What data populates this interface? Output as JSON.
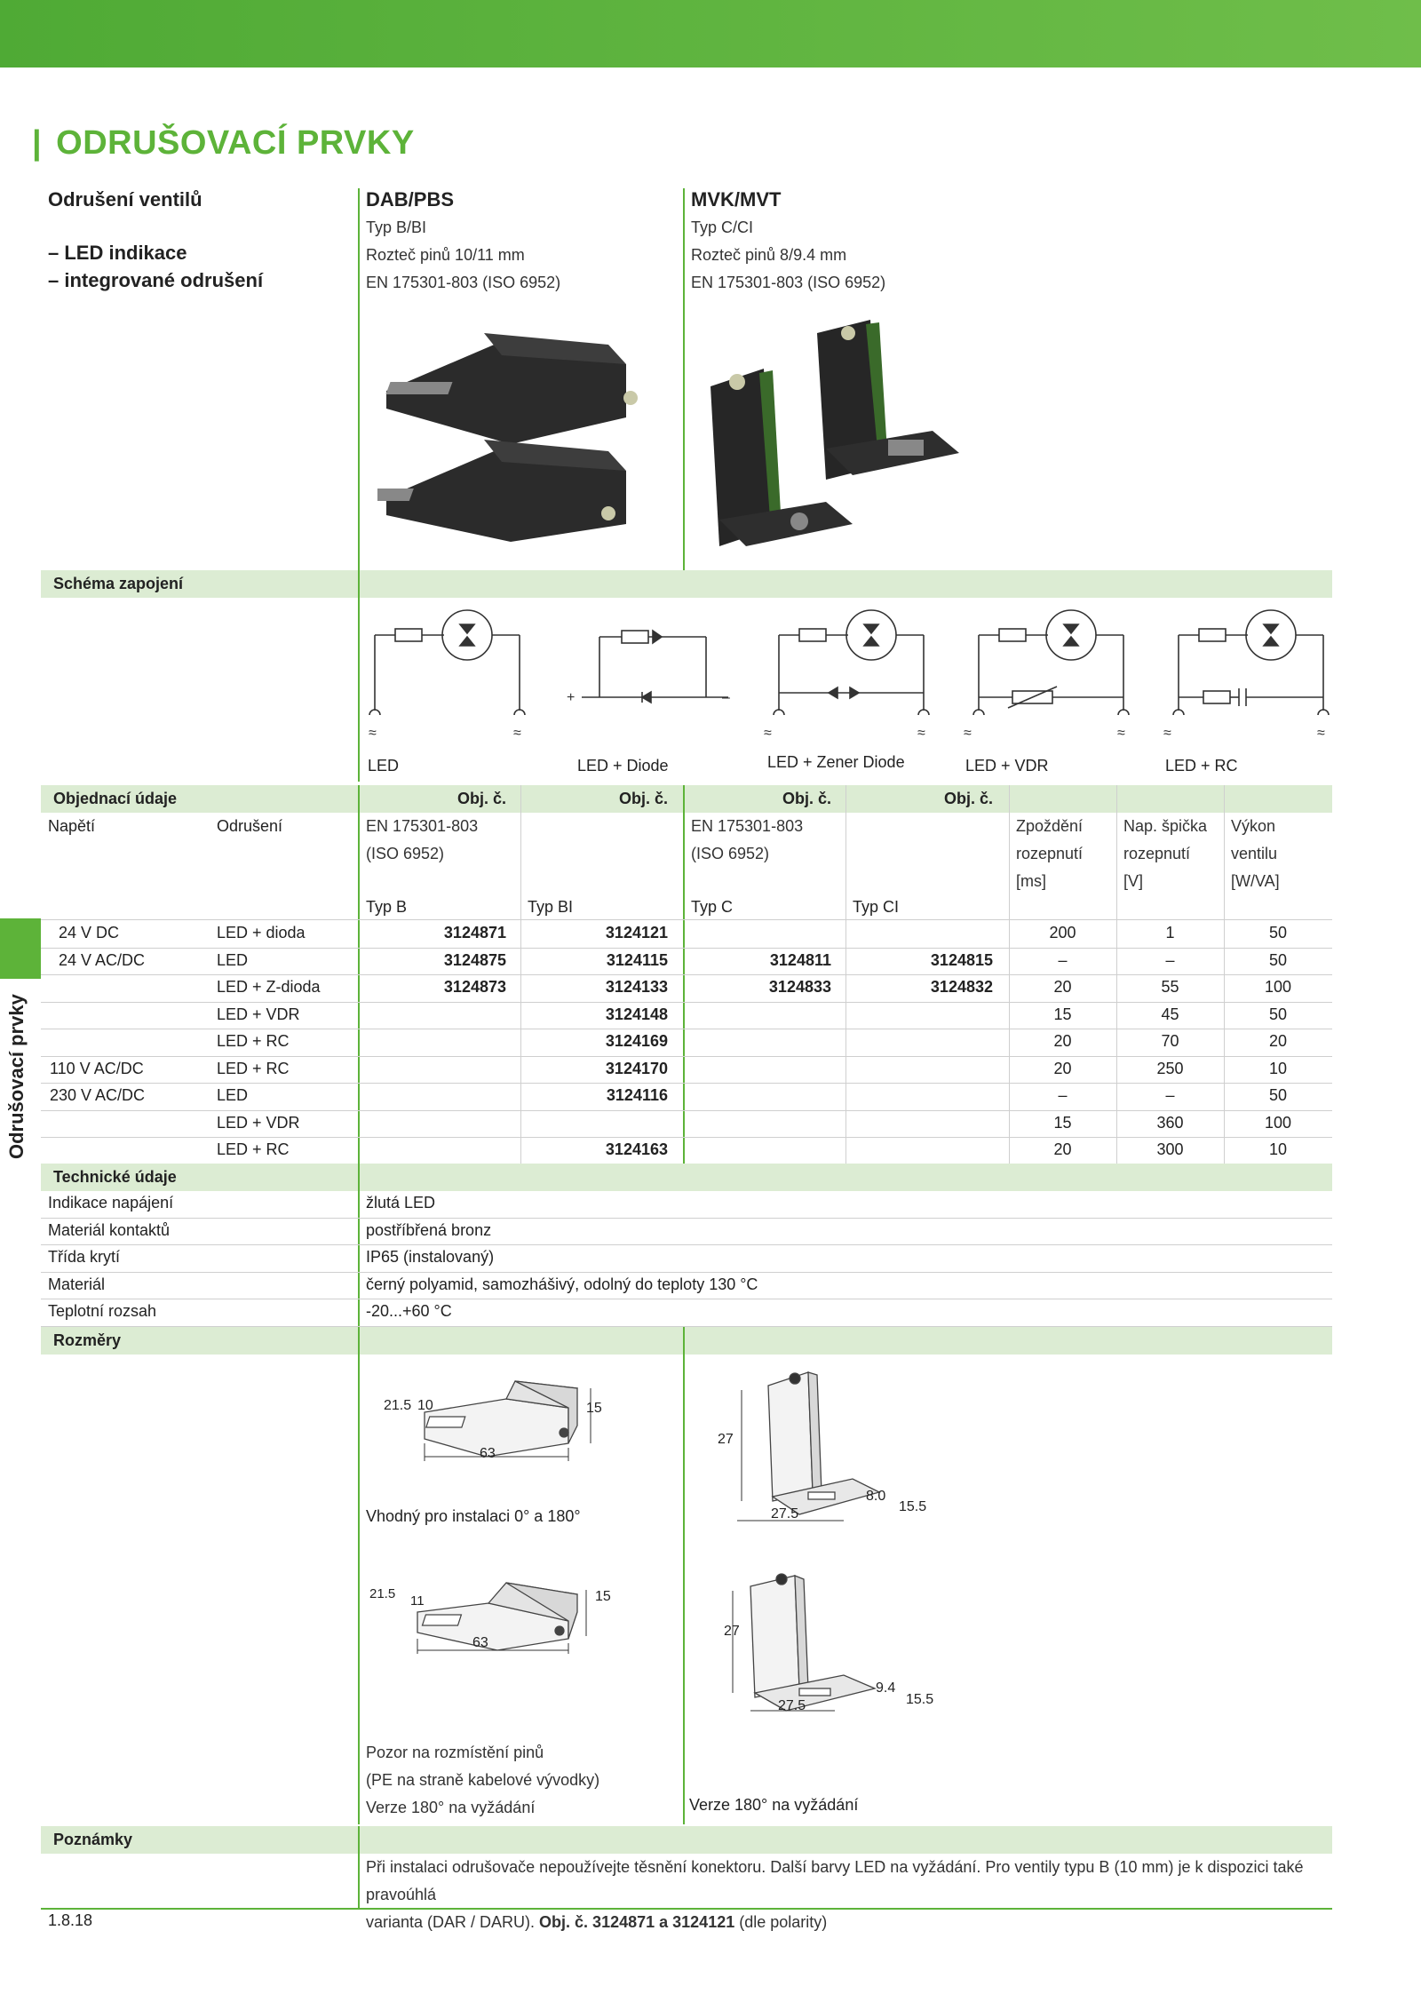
{
  "page": {
    "title": "ODRUŠOVACÍ PRVKY",
    "side_label": "Odrušovací prvky",
    "page_number": "1.8.18"
  },
  "intro": {
    "heading": "Odrušení ventilů",
    "bullets": [
      "–  LED indikace",
      "–  integrované odrušení"
    ]
  },
  "products": [
    {
      "name": "DAB/PBS",
      "lines": [
        "Typ B/BI",
        "Rozteč pinů 10/11 mm",
        "EN 175301-803 (ISO 6952)"
      ]
    },
    {
      "name": "MVK/MVT",
      "lines": [
        "Typ C/CI",
        "Rozteč pinů 8/9.4 mm",
        "EN 175301-803 (ISO 6952)"
      ]
    }
  ],
  "sections": {
    "wiring": "Schéma zapojení",
    "order": "Objednací údaje",
    "tech": "Technické údaje",
    "dims": "Rozměry",
    "notes": "Poznámky"
  },
  "wiring_labels": [
    "LED",
    "LED + Diode",
    "LED + Zener Diode",
    "LED + VDR",
    "LED + RC"
  ],
  "order": {
    "obj_header": "Obj. č.",
    "col_headers": {
      "voltage": "Napětí",
      "suppression": "Odrušení",
      "std1": [
        "EN 175301-803",
        "(ISO 6952)"
      ],
      "std2": [
        "EN 175301-803",
        "(ISO 6952)"
      ],
      "delay": [
        "Zpoždění",
        "rozepnutí",
        "[ms]"
      ],
      "peak": [
        "Nap. špička",
        "rozepnutí",
        "[V]"
      ],
      "power": [
        "Výkon",
        "ventilu",
        "[W/VA]"
      ],
      "types": [
        "Typ B",
        "Typ BI",
        "Typ C",
        "Typ CI"
      ]
    },
    "rows": [
      {
        "voltage": "24  V DC",
        "supp": "LED + dioda",
        "b": "3124871",
        "bi": "3124121",
        "c": "",
        "ci": "",
        "delay": "200",
        "peak": "1",
        "power": "50"
      },
      {
        "voltage": "24  V AC/DC",
        "supp": "LED",
        "b": "3124875",
        "bi": "3124115",
        "c": "3124811",
        "ci": "3124815",
        "delay": "–",
        "peak": "–",
        "power": "50"
      },
      {
        "voltage": "",
        "supp": "LED + Z-dioda",
        "b": "3124873",
        "bi": "3124133",
        "c": "3124833",
        "ci": "3124832",
        "delay": "20",
        "peak": "55",
        "power": "100"
      },
      {
        "voltage": "",
        "supp": "LED + VDR",
        "b": "",
        "bi": "3124148",
        "c": "",
        "ci": "",
        "delay": "15",
        "peak": "45",
        "power": "50"
      },
      {
        "voltage": "",
        "supp": "LED + RC",
        "b": "",
        "bi": "3124169",
        "c": "",
        "ci": "",
        "delay": "20",
        "peak": "70",
        "power": "20"
      },
      {
        "voltage": "110  V AC/DC",
        "supp": "LED + RC",
        "b": "",
        "bi": "3124170",
        "c": "",
        "ci": "",
        "delay": "20",
        "peak": "250",
        "power": "10"
      },
      {
        "voltage": "230  V AC/DC",
        "supp": "LED",
        "b": "",
        "bi": "3124116",
        "c": "",
        "ci": "",
        "delay": "–",
        "peak": "–",
        "power": "50"
      },
      {
        "voltage": "",
        "supp": "LED + VDR",
        "b": "",
        "bi": "",
        "c": "",
        "ci": "",
        "delay": "15",
        "peak": "360",
        "power": "100"
      },
      {
        "voltage": "",
        "supp": "LED + RC",
        "b": "",
        "bi": "3124163",
        "c": "",
        "ci": "",
        "delay": "20",
        "peak": "300",
        "power": "10"
      }
    ]
  },
  "tech": [
    {
      "label": "Indikace napájení",
      "value": "žlutá LED"
    },
    {
      "label": "Materiál kontaktů",
      "value": "postříbřená bronz"
    },
    {
      "label": "Třída krytí",
      "value": "IP65 (instalovaný)"
    },
    {
      "label": "Materiál",
      "value": "černý polyamid, samozhášivý, odolný do teploty 130 °C"
    },
    {
      "label": "Teplotní rozsah",
      "value": "-20...+60 °C"
    }
  ],
  "dims": {
    "b_top": {
      "w": "21.5",
      "pin": "10",
      "len": "63",
      "h": "15"
    },
    "b_bottom": {
      "w": "21.5",
      "pin": "11",
      "len": "63",
      "h": "15"
    },
    "c_top": {
      "h": "27",
      "pin": "8.0",
      "w": "27.5",
      "d": "15.5"
    },
    "c_bottom": {
      "h": "27",
      "pin": "9.4",
      "w": "27.5",
      "d": "15.5"
    },
    "note_install": "Vhodný pro instalaci 0° a 180°",
    "note_pins": [
      "Pozor na rozmístění pinů",
      "(PE na straně kabelové vývodky)",
      "Verze 180° na vyžádání"
    ],
    "note_c": "Verze 180° na vyžádání"
  },
  "notes": {
    "line1": "Při instalaci odrušovače nepoužívejte těsnění konektoru. Další barvy LED na vyžádání. Pro ventily typu B (10 mm) je k dispozici také pravoúhlá",
    "line2_pre": "varianta (DAR / DARU). ",
    "line2_bold": "Obj. č. 3124871 a 3124121",
    "line2_post": " (dle polarity)"
  }
}
